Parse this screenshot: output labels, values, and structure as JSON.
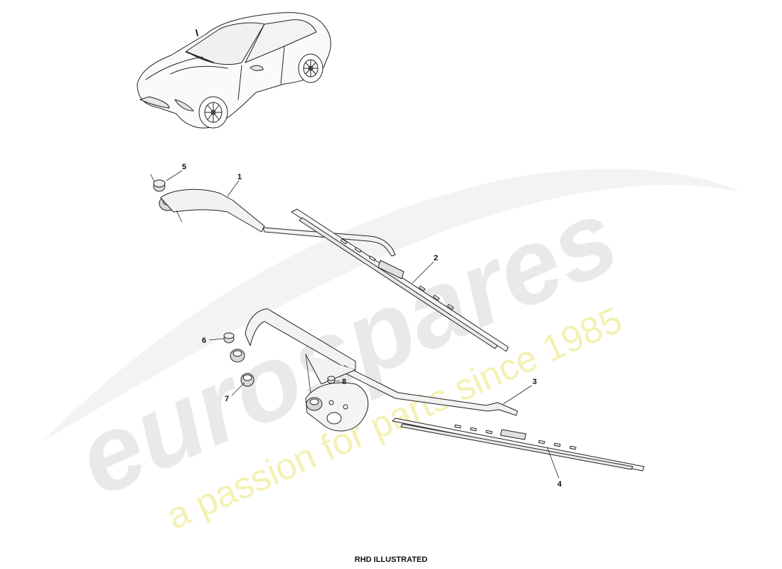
{
  "watermark": {
    "logo": "eurospares",
    "tagline": "a passion for parts since 1985"
  },
  "callouts": [
    {
      "id": "1",
      "text": "1"
    },
    {
      "id": "2",
      "text": "2"
    },
    {
      "id": "3",
      "text": "3"
    },
    {
      "id": "4",
      "text": "4"
    },
    {
      "id": "5",
      "text": "5"
    },
    {
      "id": "6",
      "text": "6"
    },
    {
      "id": "7",
      "text": "7"
    },
    {
      "id": "8",
      "text": "8"
    }
  ],
  "footer": {
    "caption": "RHD ILLUSTRATED"
  }
}
